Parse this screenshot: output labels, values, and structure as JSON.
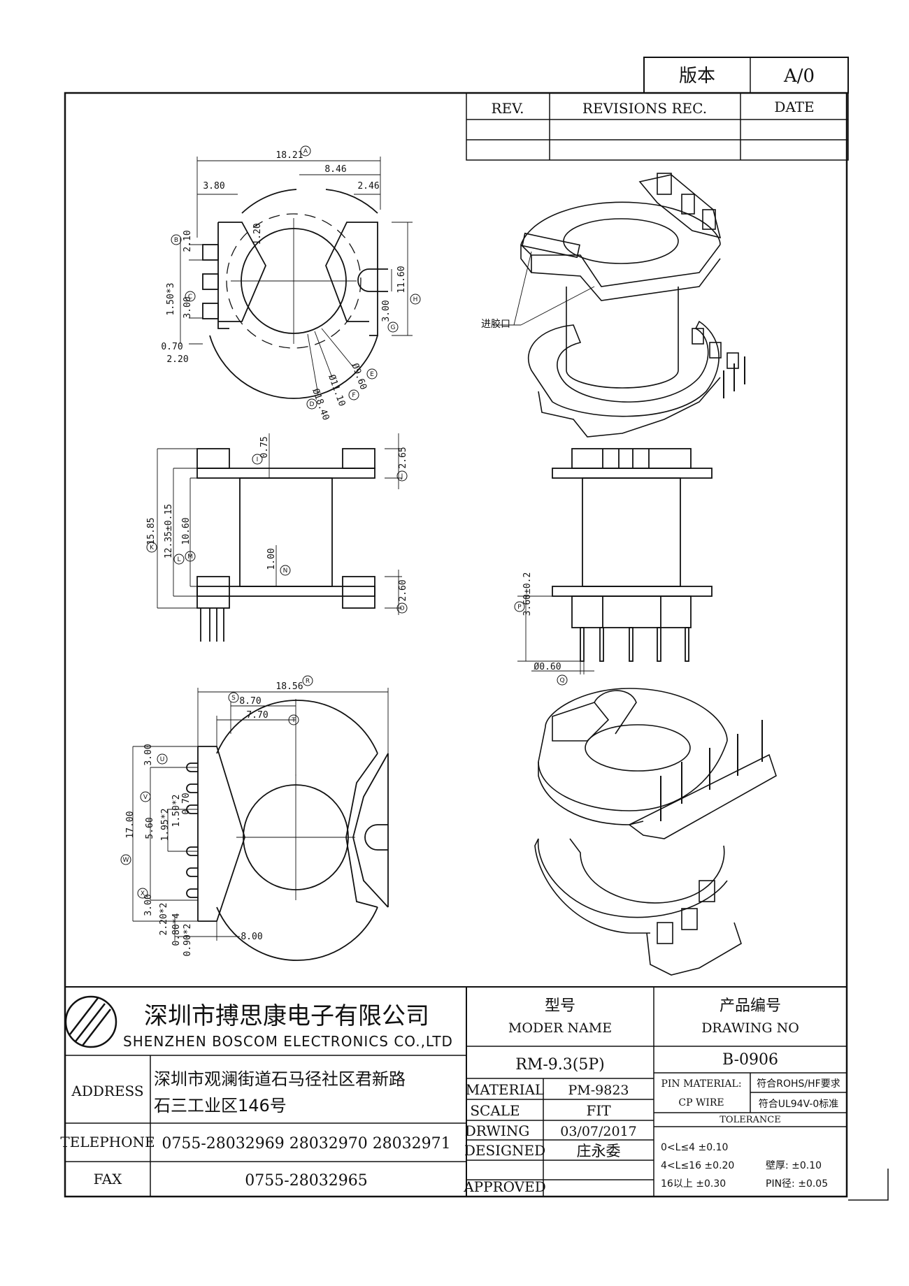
{
  "version_box": {
    "label": "版本",
    "value": "A/0"
  },
  "revision_table": {
    "headers": [
      "REV.",
      "REVISIONS REC.",
      "DATE"
    ]
  },
  "top_view": {
    "dims": {
      "d18_21": "18.21",
      "d8_46": "8.46",
      "d3_80": "3.80",
      "d2_46": "2.46",
      "d2_10": "2.10",
      "d1_20": "1.20",
      "d1_50x3": "1.50*3",
      "d3_00a": "3.00",
      "d0_70": "0.70",
      "d2_20": "2.20",
      "d11_60": "11.60",
      "d3_00b": "3.00",
      "d9_60": "Ø9.60",
      "d11_10": "Ø11.10",
      "d18_40": "Ø18.40"
    },
    "markers": [
      "A",
      "B",
      "C",
      "D",
      "E",
      "F",
      "G",
      "H"
    ]
  },
  "iso_top": {
    "gate_label": "进胶口"
  },
  "side_view": {
    "dims": {
      "d0_75": "0.75",
      "d2_65": "2.65",
      "d15_85": "15.85",
      "d12_35": "12.35±0.15",
      "d10_60": "10.60",
      "d1_00": "1.00",
      "d2_60": "2.60"
    },
    "markers": [
      "I",
      "J",
      "K",
      "L",
      "M",
      "N",
      "O"
    ]
  },
  "front_view": {
    "dims": {
      "d3_60": "3.60±0.2",
      "d0_60": "Ø0.60"
    },
    "markers": [
      "P",
      "Q"
    ]
  },
  "bottom_view": {
    "dims": {
      "d18_56": "18.56",
      "d8_70": "8.70",
      "d7_70": "7.70",
      "d3_00a": "3.00",
      "d0_70": "0.70",
      "d1_50x2": "1.50*2",
      "d1_95x2": "1.95*2",
      "d5_60": "5.60",
      "d17_00": "17.00",
      "d3_00b": "3.00",
      "d2_20x2": "2.20*2",
      "d0_80x4": "0.80*4",
      "d0_90x2": "0.90*2",
      "d8_00": "8.00"
    },
    "markers": [
      "R",
      "S",
      "T",
      "U",
      "V",
      "W",
      "X"
    ]
  },
  "title_block": {
    "company_cn": "深圳市搏思康电子有限公司",
    "company_en": "SHENZHEN BOSCOM ELECTRONICS CO.,LTD",
    "address_label": "ADDRESS",
    "address_line1": "深圳市观澜街道石马径社区君新路",
    "address_line2": "石三工业区146号",
    "telephone_label": "TELEPHONE",
    "telephone": "0755-28032969 28032970 28032971",
    "fax_label": "FAX",
    "fax": "0755-28032965",
    "model_label_cn": "型号",
    "model_label_en": "MODER NAME",
    "model": "RM-9.3(5P)",
    "drawing_label_cn": "产品编号",
    "drawing_label_en": "DRAWING NO",
    "drawing_no": "B-0906",
    "material_label": "MATERIAL",
    "material": "PM-9823",
    "scale_label": "SCALE",
    "scale": "FIT",
    "drwing_label": "DRWING",
    "drwing_date": "03/07/2017",
    "designed_label": "DESIGNED",
    "designer": "庄永委",
    "approved_label": "APPROVED",
    "pin_material_label": "PIN MATERIAL:",
    "pin_material": "CP WIRE",
    "rohs": "符合ROHS/HF要求",
    "ul": "符合UL94V-0标准",
    "tolerance_label": "TOLERANCE",
    "tol1": "0<L≤4 ±0.10",
    "tol2": "4<L≤16 ±0.20",
    "tol3": "16以上    ±0.30",
    "wall_label": "壁厚: ±0.10",
    "pin_dia_label": "PIN径: ±0.05"
  }
}
